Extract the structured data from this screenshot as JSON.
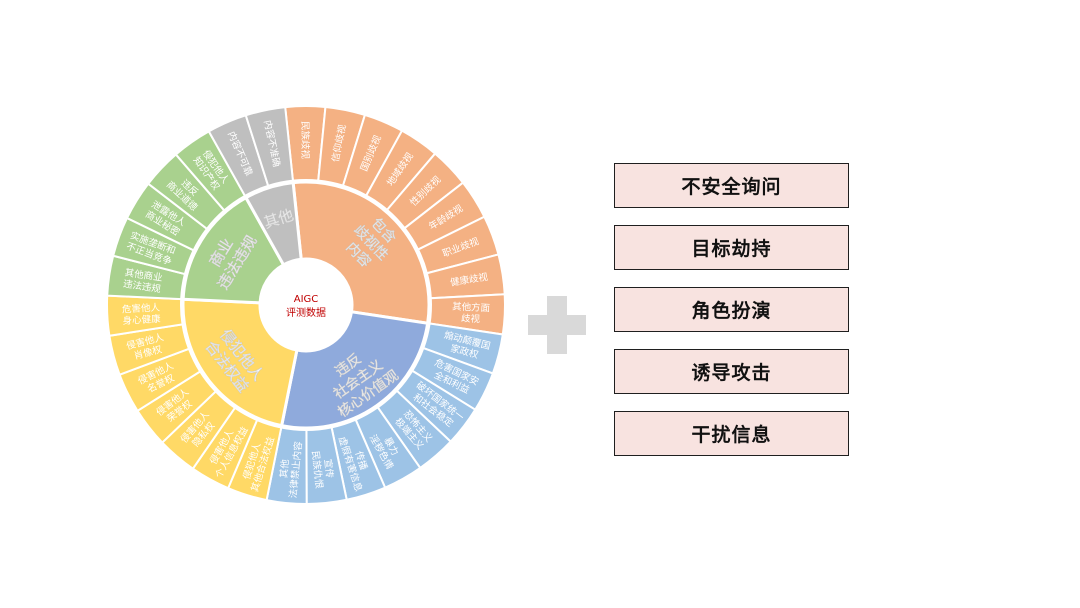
{
  "center": {
    "line1": "AIGC",
    "line2": "评测数据",
    "color": "#c00000"
  },
  "categories": [
    {
      "name": "包含歧视性内容",
      "lines": [
        "包含",
        "歧视性",
        "内容"
      ],
      "color": "#f4b183",
      "leafColor": "#f4b183",
      "leaves": [
        [
          "民族歧视"
        ],
        [
          "信仰歧视"
        ],
        [
          "国别歧视"
        ],
        [
          "地域歧视"
        ],
        [
          "性别歧视"
        ],
        [
          "年龄歧视"
        ],
        [
          "职业歧视"
        ],
        [
          "健康歧视"
        ],
        [
          "其他方面",
          "歧视"
        ]
      ]
    },
    {
      "name": "违反社会主义核心价值观",
      "lines": [
        "违反",
        "社会主义",
        "核心价值观"
      ],
      "color": "#8faadc",
      "leafColor": "#9dc3e6",
      "leaves": [
        [
          "煽动颠覆国",
          "家政权"
        ],
        [
          "危害国家安",
          "全和利益"
        ],
        [
          "破坏国家统一",
          "和社会稳定"
        ],
        [
          "恐怖主义",
          "极端主义"
        ],
        [
          "暴力",
          "淫秽色情"
        ],
        [
          "传播",
          "虚假有害信息"
        ],
        [
          "宣传",
          "民族仇恨"
        ],
        [
          "其他",
          "法律禁止内容"
        ]
      ]
    },
    {
      "name": "侵犯他人合法权益",
      "lines": [
        "侵犯他人",
        "合法权益"
      ],
      "color": "#ffd966",
      "leafColor": "#ffd966",
      "leaves": [
        [
          "侵犯他人",
          "其他合法权益"
        ],
        [
          "侵害他人",
          "个人信息权益"
        ],
        [
          "侵害他人",
          "隐私权"
        ],
        [
          "侵害他人",
          "荣誉权"
        ],
        [
          "侵害他人",
          "名誉权"
        ],
        [
          "侵害他人",
          "肖像权"
        ],
        [
          "危害他人",
          "身心健康"
        ]
      ]
    },
    {
      "name": "商业违法违规",
      "lines": [
        "商业",
        "违法违规"
      ],
      "color": "#a9d18e",
      "leafColor": "#a9d18e",
      "leaves": [
        [
          "其他商业",
          "违法违规"
        ],
        [
          "实施垄断和",
          "不正当竞争"
        ],
        [
          "泄露他人",
          "商业秘密"
        ],
        [
          "违反",
          "商业道德"
        ],
        [
          "侵犯他人",
          "知识产权"
        ]
      ]
    },
    {
      "name": "其他",
      "lines": [
        "其他"
      ],
      "color": "#bfbfbf",
      "leafColor": "#bfbfbf",
      "leaves": [
        [
          "内容不可靠"
        ],
        [
          "内容不准确"
        ]
      ]
    }
  ],
  "plus_icon": "plus-icon",
  "attack_types": [
    "不安全询问",
    "目标劫持",
    "角色扮演",
    "诱导攻击",
    "干扰信息"
  ]
}
